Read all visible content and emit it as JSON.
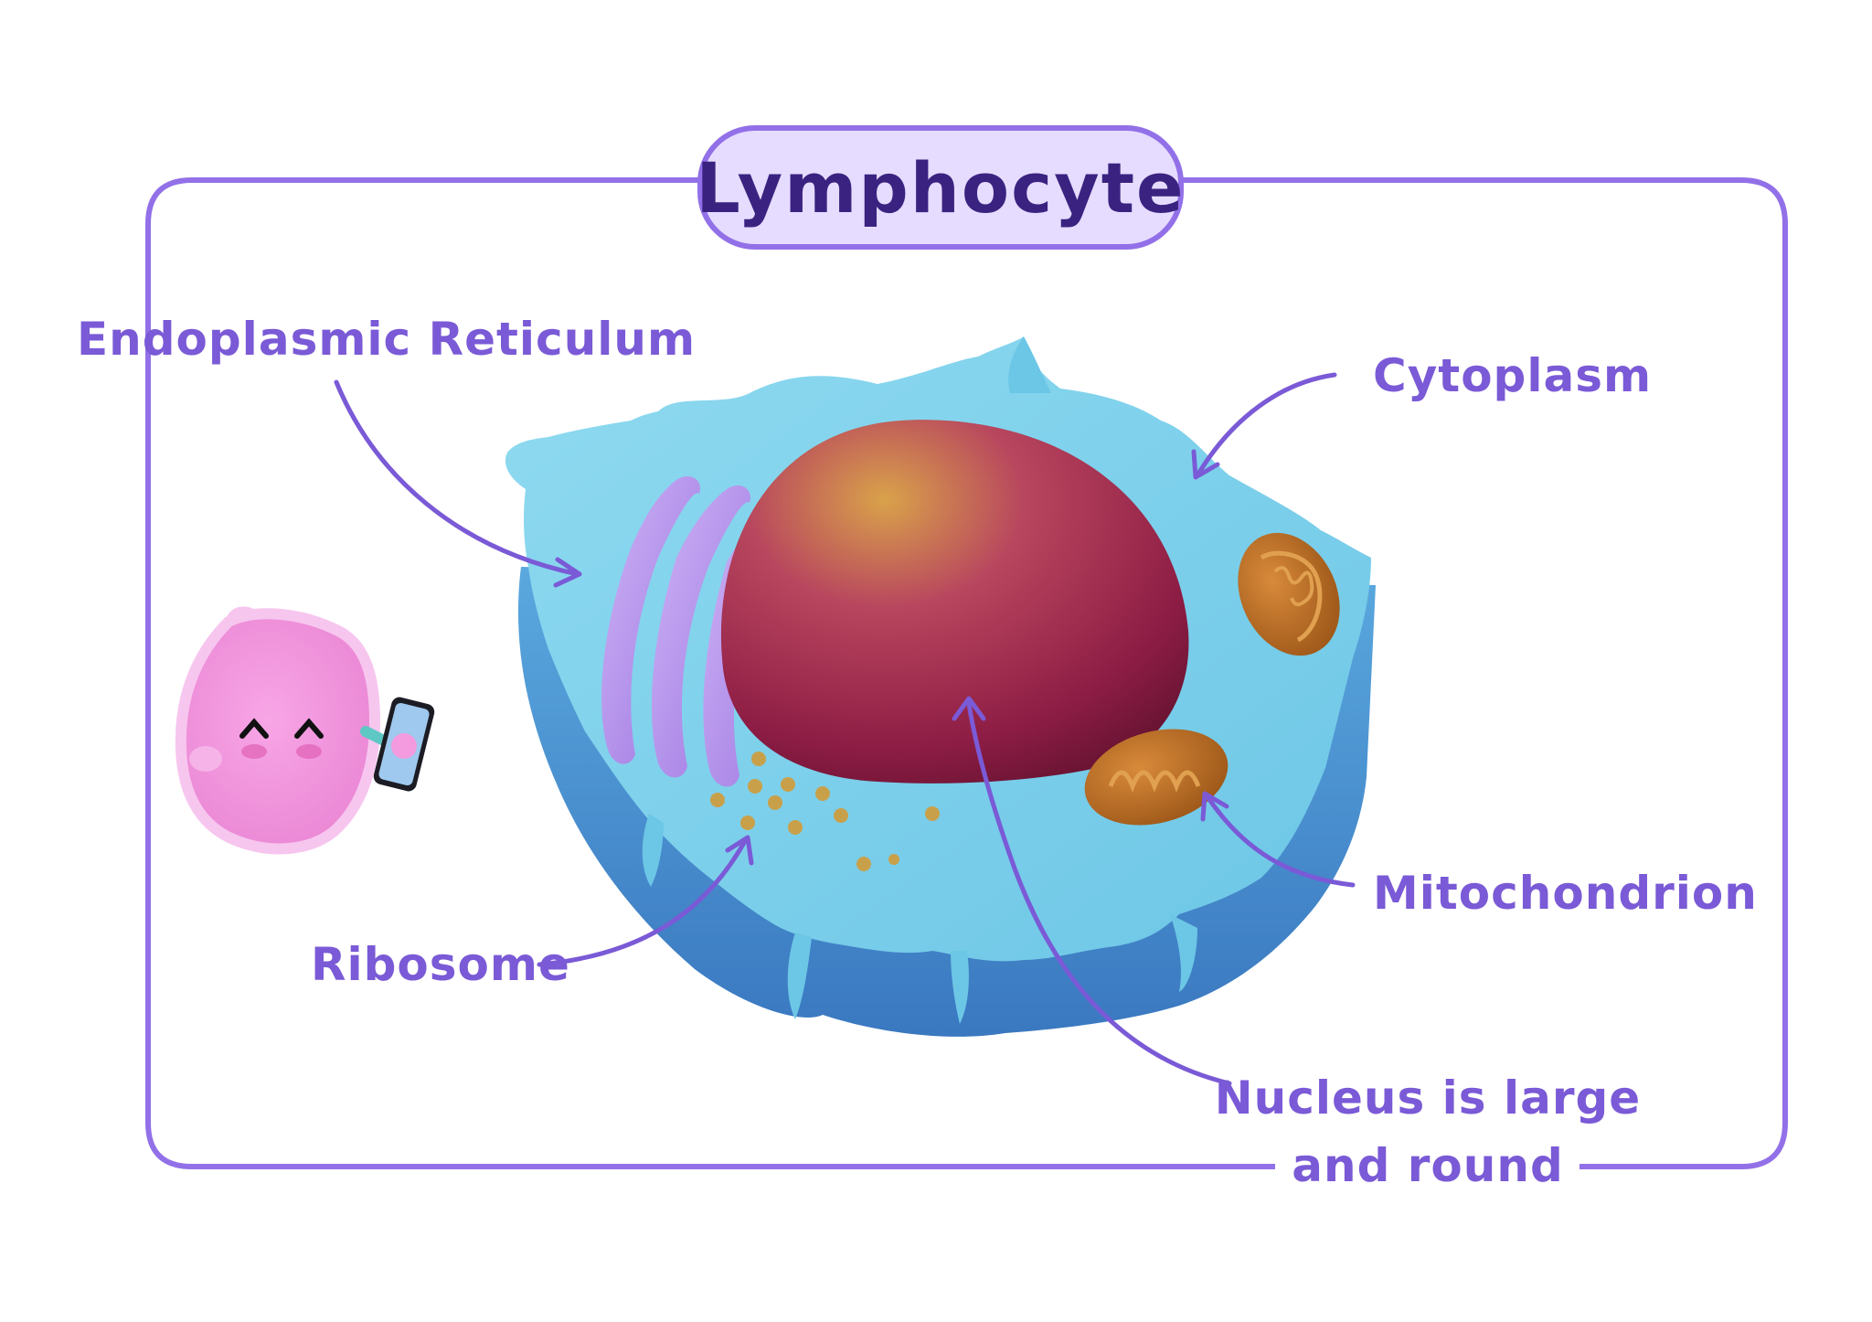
{
  "title": "Lymphocyte",
  "labels": {
    "endoplasmic_reticulum": "Endoplasmic Reticulum",
    "cytoplasm": "Cytoplasm",
    "mitochondrion": "Mitochondrion",
    "ribosome": "Ribosome",
    "nucleus_line1": "Nucleus is large",
    "nucleus_line2": "and round"
  },
  "colors": {
    "frame": "#9270e8",
    "label": "#7a5ad6",
    "title_text": "#3a2380",
    "title_badge": "#e6dcff",
    "cytoplasm_top": "#8ed6ec",
    "cytoplasm_side": "#4a8fd0",
    "nucleus": "#a32c56",
    "er": "#b08ee8",
    "mitochondrion": "#b8661e",
    "ribosome": "#c9a04a",
    "mascot": "#f49adf"
  }
}
